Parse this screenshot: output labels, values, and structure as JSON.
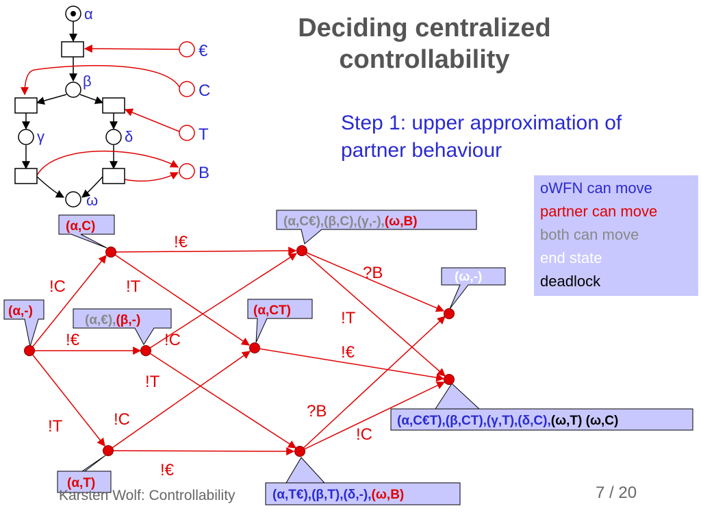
{
  "slide": {
    "title_line1": "Deciding centralized",
    "title_line2": "controllability",
    "subtitle_line1": "Step 1: upper approximation of",
    "subtitle_line2": "partner behaviour",
    "footer": "Karsten Wolf: Controllability",
    "page": "7 / 20"
  },
  "legend": [
    {
      "text": "oWFN can move",
      "color": "#2a2ad0"
    },
    {
      "text": "partner can move",
      "color": "#e00000"
    },
    {
      "text": "both can move",
      "color": "#888888"
    },
    {
      "text": "end state",
      "color": "#ffffff"
    },
    {
      "text": "deadlock",
      "color": "#000000"
    }
  ],
  "net": {
    "places": {
      "alpha": "α",
      "beta": "β",
      "gamma": "γ",
      "delta": "δ",
      "omega": "ω",
      "euro": "€",
      "C": "C",
      "T": "T",
      "B": "B"
    }
  },
  "graph": {
    "edge_labels": {
      "c_to_ceuro": "!€",
      "init_to_c": "!C",
      "c_to_ct": "!T",
      "init_to_euro": "!€",
      "euro_to_ceuro": "!C",
      "euro_to_teuro": "!T",
      "init_to_t": "!T",
      "t_to_ct": "!C",
      "t_to_teuro": "!€",
      "ceuro_to_end": "?B",
      "ceuro_to_dead": "!T",
      "ct_to_dead": "!€",
      "teuro_to_end": "?B",
      "teuro_to_dead": "!C"
    },
    "callouts": {
      "c": [
        {
          "text": "(α,C)",
          "color": "#e00000"
        }
      ],
      "init": [
        {
          "text": "(α,-)",
          "color": "#e00000"
        }
      ],
      "euro": [
        {
          "text": "(α,€),",
          "color": "#888888"
        },
        {
          "text": "(β,-)",
          "color": "#e00000"
        }
      ],
      "t": [
        {
          "text": "(α,T)",
          "color": "#e00000"
        }
      ],
      "ct": [
        {
          "text": "(α,CT)",
          "color": "#e00000"
        }
      ],
      "ceuro": [
        {
          "text": "(α,C€),(β,C),(γ,-),",
          "color": "#888888"
        },
        {
          "text": "(ω,B)",
          "color": "#e00000"
        }
      ],
      "end": [
        {
          "text": "(ω,-)",
          "color": "#ffffff"
        }
      ],
      "dead": [
        {
          "text": "(α,C€T),(β,CT),(γ,T),(δ,C),",
          "color": "#2a2ad0"
        },
        {
          "text": "(ω,T) (ω,C)",
          "color": "#000000"
        }
      ],
      "teuro": [
        {
          "text": "(α,T€),(β,T),(δ,-),",
          "color": "#2a2ad0"
        },
        {
          "text": "(ω,B)",
          "color": "#e00000"
        }
      ]
    }
  }
}
